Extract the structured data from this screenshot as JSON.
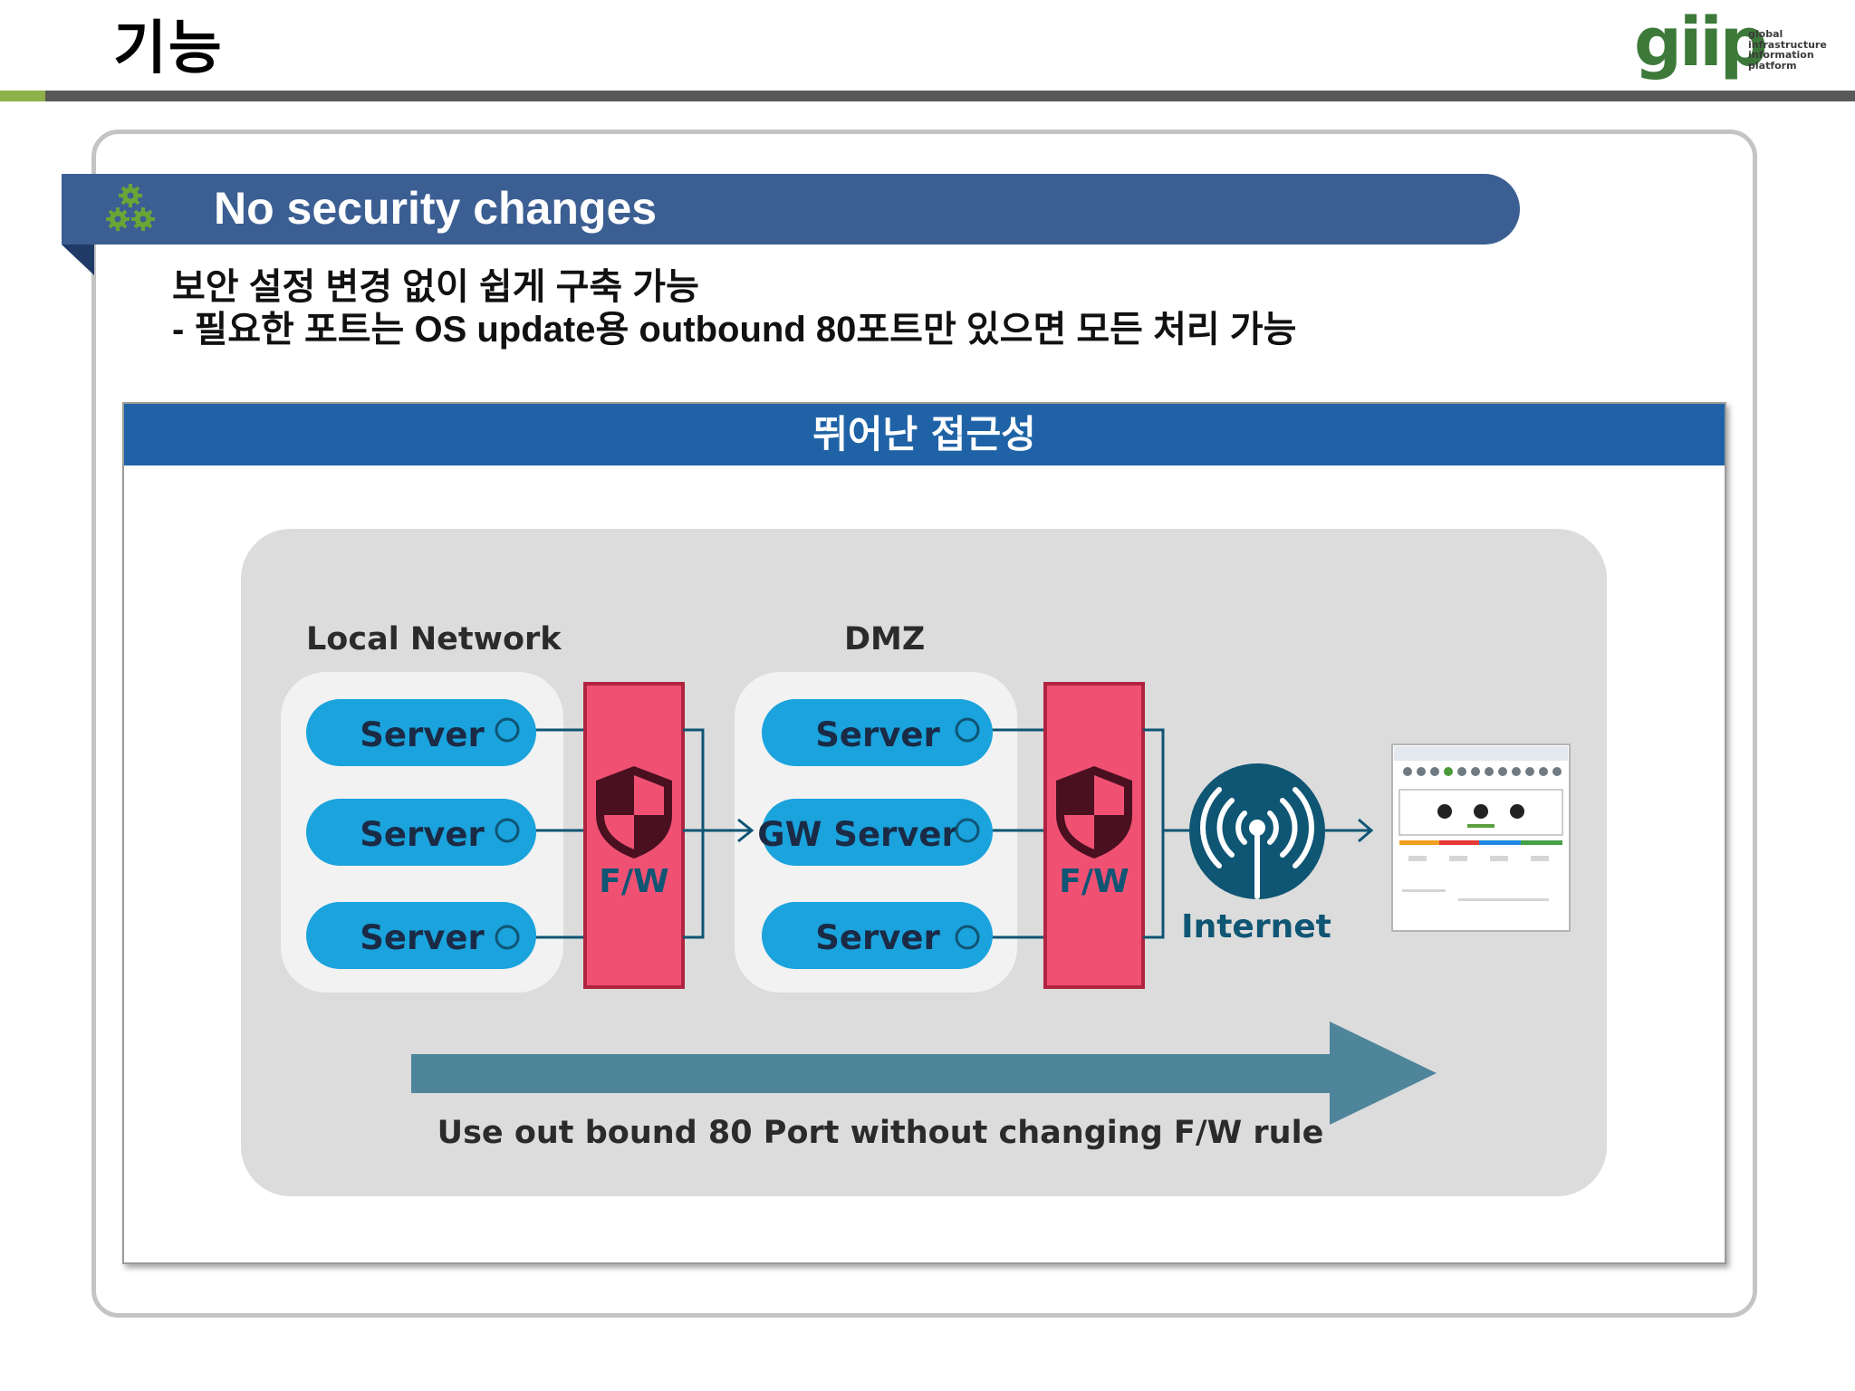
{
  "header": {
    "title": "기능",
    "logo": {
      "wordmark": "giip",
      "tagline": [
        "global",
        "infrastructure",
        "information",
        "platform"
      ]
    }
  },
  "section": {
    "icon": "gears-icon",
    "title": "No security changes",
    "description_line1": "보안 설정 변경 없이 쉽게 구축 가능",
    "description_line2": "- 필요한 포트는 OS update용 outbound 80포트만 있으면 모든 처리 가능"
  },
  "figure": {
    "header": "뛰어난 접근성",
    "zones": {
      "local_network": "Local Network",
      "dmz": "DMZ"
    },
    "local_servers": [
      "Server",
      "Server",
      "Server"
    ],
    "dmz_servers": [
      "Server",
      "GW Server",
      "Server"
    ],
    "firewall_label": "F/W",
    "internet_label": "Internet",
    "flow_caption": "Use out bound 80 Port without changing F/W rule",
    "colors": {
      "server_pill": "#1aa3dd",
      "server_text": "#1b2a45",
      "firewall": "#f05173",
      "firewall_border": "#b0243f",
      "dark_teal": "#0f5574",
      "flow_arrow": "#4e859b",
      "panel_bg": "#dcdcdc"
    }
  },
  "colors": {
    "banner": "#3c5f93",
    "figure_header": "#1f63a6",
    "accent_green": "#8db04a",
    "logo_green": "#3d7a3a"
  }
}
